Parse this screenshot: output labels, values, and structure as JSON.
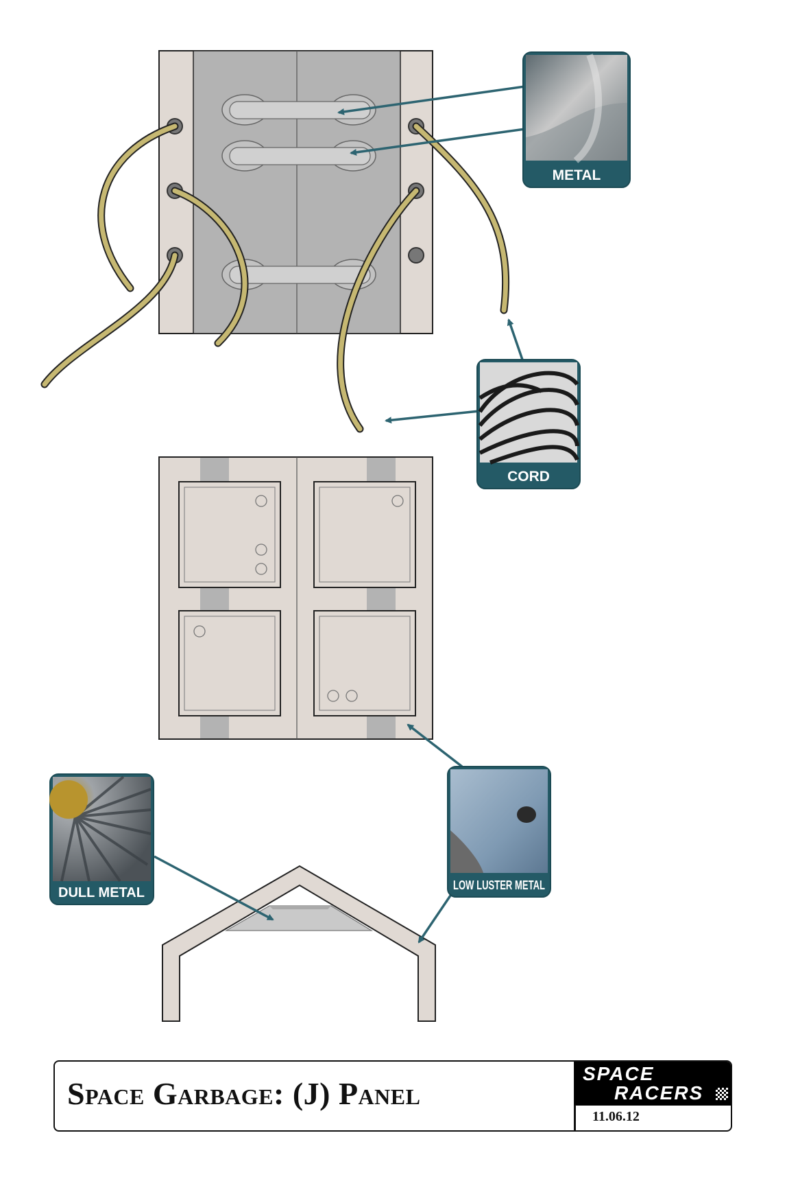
{
  "callouts": {
    "metal": "METAL",
    "cord": "CORD",
    "dull_metal": "DULL METAL",
    "low_luster_metal": "LOW LUSTER METAL"
  },
  "title_block": {
    "title": "Space Garbage: (J) Panel",
    "logo_line1": "SPACE",
    "logo_line2": "RACERS",
    "date": "11.06.12"
  },
  "colors": {
    "panel_fill": "#e0d9d3",
    "panel_gray": "#b3b3b3",
    "cord": "#c6b872",
    "callout_teal": "#245a66",
    "arrow_teal": "#2d6471"
  }
}
